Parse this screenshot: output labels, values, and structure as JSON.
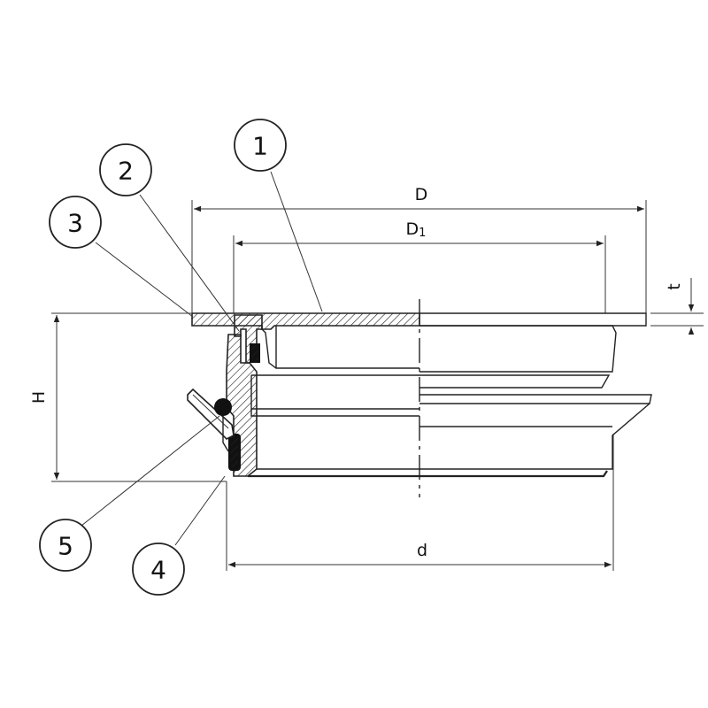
{
  "callouts": [
    {
      "id": "1",
      "label": "1"
    },
    {
      "id": "2",
      "label": "2"
    },
    {
      "id": "3",
      "label": "3"
    },
    {
      "id": "4",
      "label": "4"
    },
    {
      "id": "5",
      "label": "5"
    }
  ],
  "dimensions": {
    "outer_diameter": "D",
    "inner_diameter_main": "D",
    "inner_diameter_sub": "1",
    "thickness": "t",
    "height": "H",
    "pipe_diameter": "d"
  }
}
